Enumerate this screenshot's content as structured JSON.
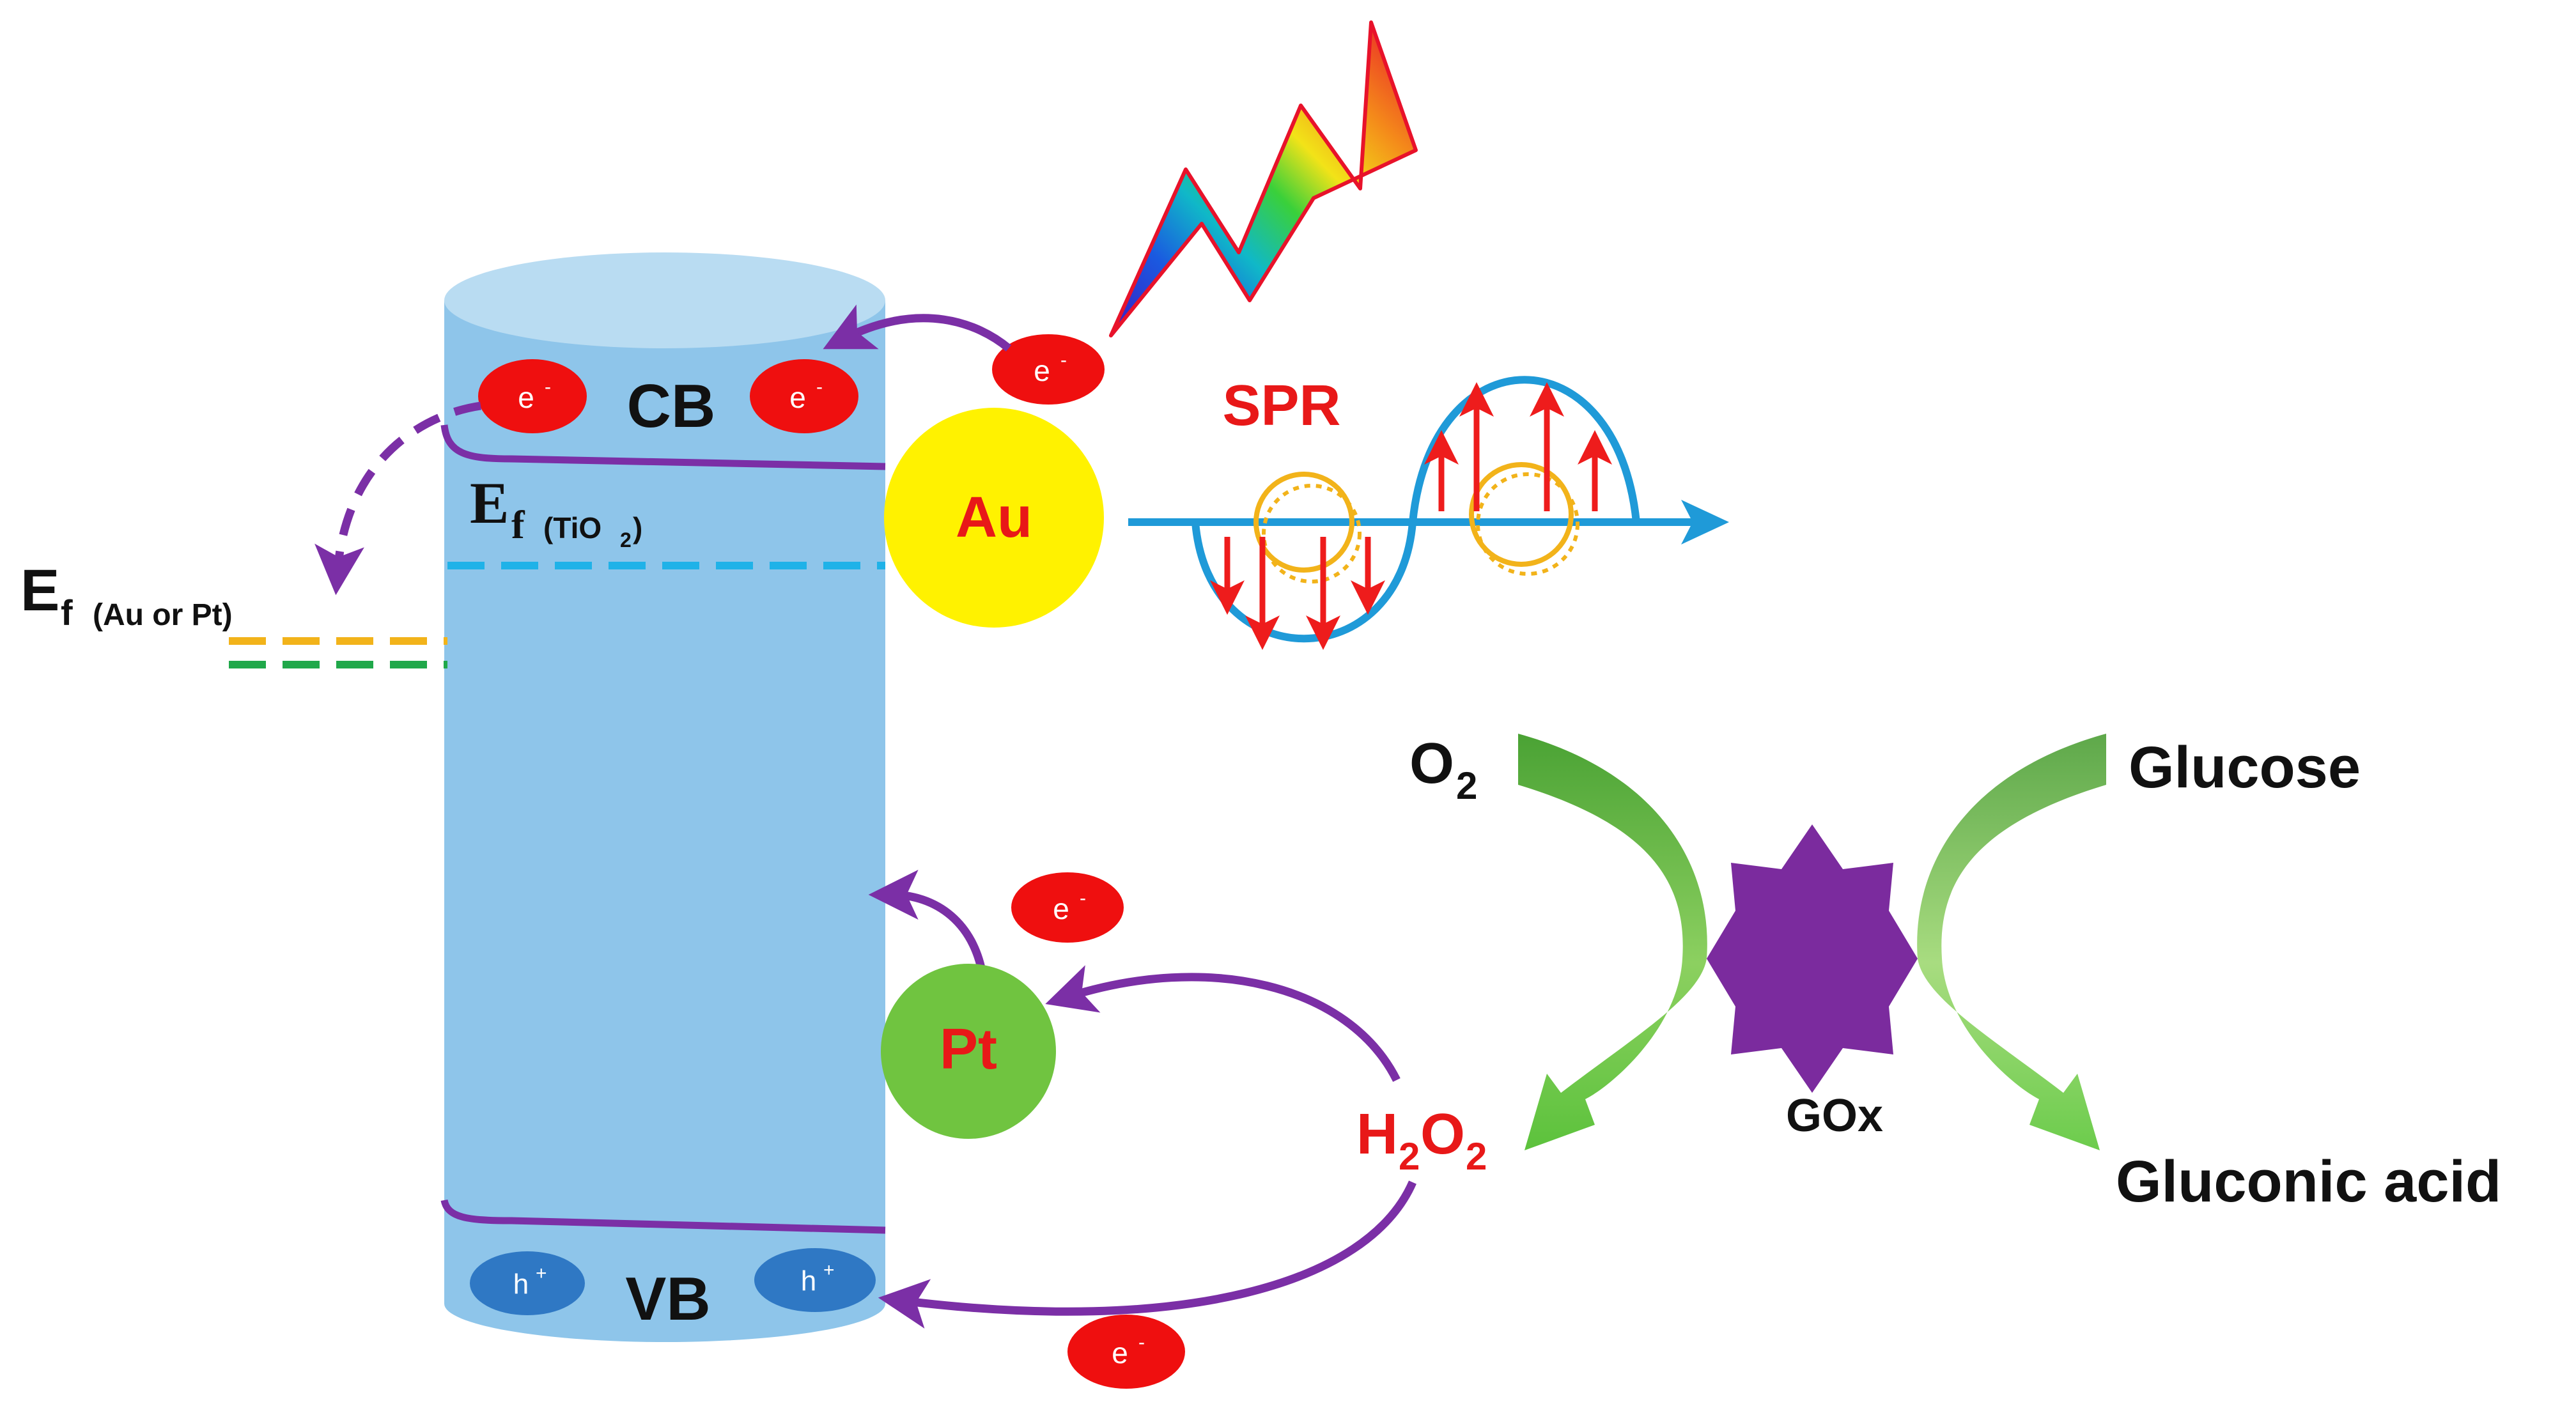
{
  "labels": {
    "electron": "e",
    "electron_sup": "-",
    "hole": "h",
    "hole_sup": "+",
    "cb": "CB",
    "vb": "VB",
    "ef_main": "E",
    "ef_sub_f": "f",
    "ef_tio2_open": "(TiO",
    "ef_tio2_sub": "2",
    "ef_tio2_close": ")",
    "ef_metal_sub": "(Au or Pt)",
    "au": "Au",
    "pt": "Pt",
    "spr": "SPR",
    "o2": "O",
    "o2_sub": "2",
    "h2o2_h": "H",
    "h2o2_sub1": "2",
    "h2o2_o": "O",
    "h2o2_sub2": "2",
    "glucose": "Glucose",
    "gluconic_acid": "Gluconic acid",
    "gox": "GOx"
  },
  "colors": {
    "cylinder_body": "#8ec5ea",
    "cylinder_top": "#b9dcf2",
    "electron_fill": "#ef0f0f",
    "hole_fill": "#2f78c4",
    "purple": "#7b2fa6",
    "au_fill": "#fff200",
    "pt_fill": "#70c440",
    "red_text": "#e81818",
    "wave_blue": "#1f9ad8",
    "orange": "#f2b31a",
    "green_level": "#20a84a",
    "ef_tio2_line": "#1fb2e8",
    "star_purple": "#7b2b9e",
    "green_arrow": "#5fbf3c"
  },
  "icons": {
    "light": "lightning-bolt-icon",
    "enzyme": "star-icon"
  }
}
